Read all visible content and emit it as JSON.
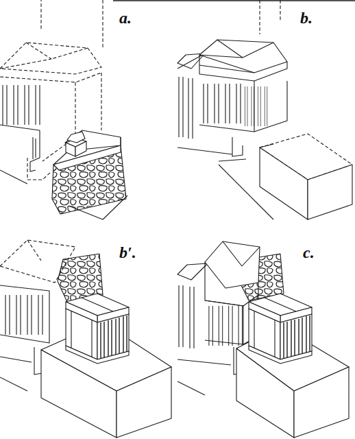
{
  "diagram": {
    "labels": [
      "a.",
      "b.",
      "b′.",
      "c."
    ]
  }
}
